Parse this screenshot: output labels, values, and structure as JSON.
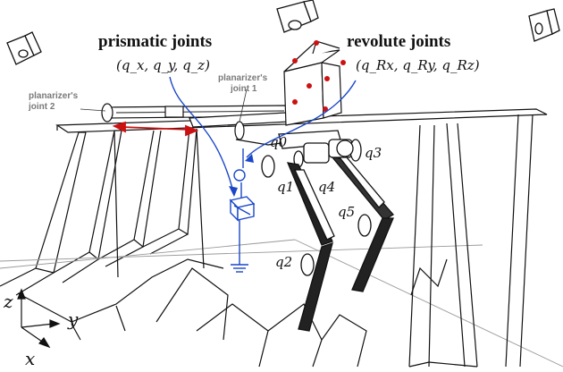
{
  "headings": {
    "prismatic": "prismatic joints",
    "prismatic_vars": "(q_x, q_y, q_z)",
    "revolute": "revolute joints",
    "revolute_vars": "(q_Rx, q_Ry, q_Rz)"
  },
  "small_labels": {
    "planarizer_joint1_line1": "planarizer's",
    "planarizer_joint1_line2": "joint 1",
    "planarizer_joint2_line1": "planarizer's",
    "planarizer_joint2_line2": "joint 2"
  },
  "joints": {
    "q0": "q0",
    "q1": "q1",
    "q2": "q2",
    "q3": "q3",
    "q4": "q4",
    "q5": "q5"
  },
  "axes": {
    "z": "z",
    "y": "y",
    "x": "x"
  },
  "colors": {
    "line": "#111111",
    "blue": "#1a47c8",
    "red": "#cc1111",
    "gray_label": "#7a7a7a"
  }
}
